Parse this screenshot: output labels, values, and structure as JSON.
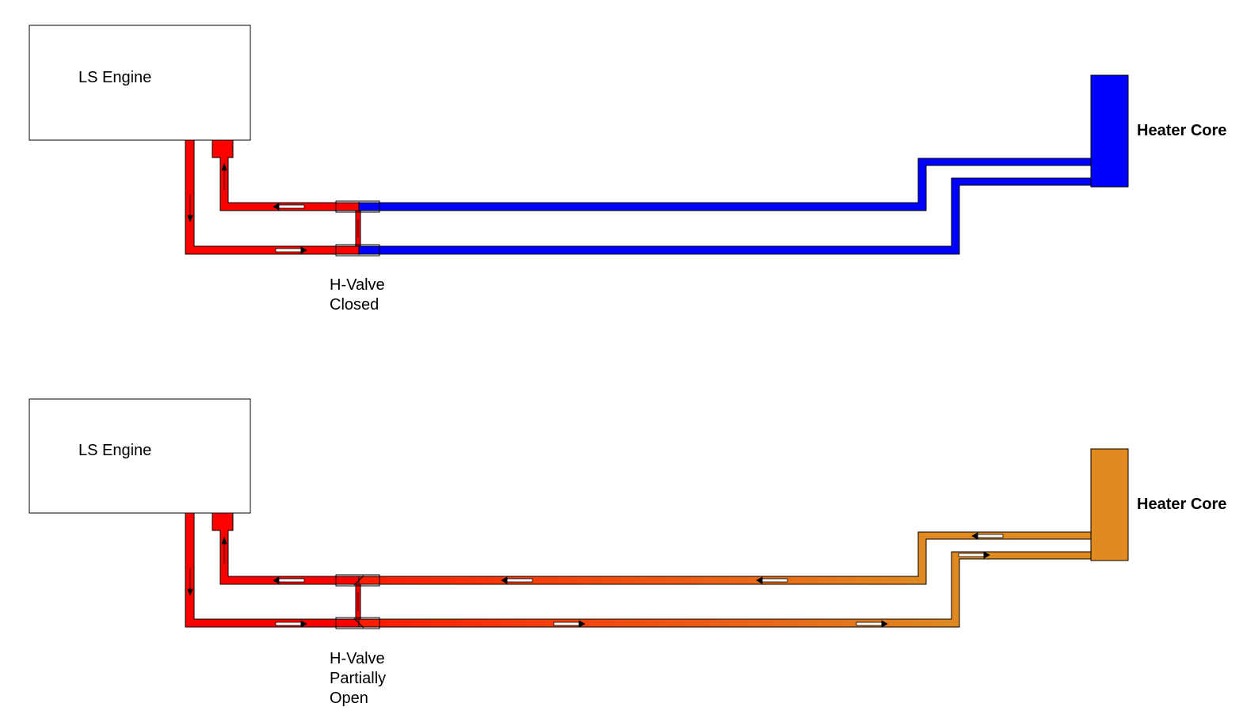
{
  "colors": {
    "hot": "#ff0000",
    "cold": "#0000ff",
    "warm": "#e08a20",
    "outline": "#000000"
  },
  "panels": [
    {
      "state": "closed",
      "engine_label": "LS Engine",
      "core_label": "Heater Core",
      "valve_label_lines": [
        "H-Valve",
        "Closed"
      ]
    },
    {
      "state": "partially-open",
      "engine_label": "LS Engine",
      "core_label": "Heater Core",
      "valve_label_lines": [
        "H-Valve",
        "Partially",
        "Open"
      ]
    }
  ]
}
